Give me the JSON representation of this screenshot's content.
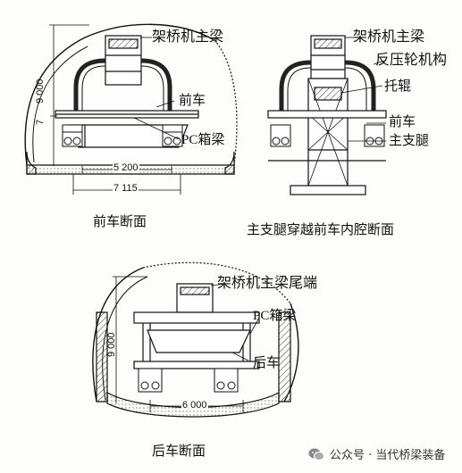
{
  "panels": {
    "front": {
      "caption": "前车断面",
      "labels": {
        "main_girder": "架桥机主梁",
        "front_car": "前车",
        "pc_box_girder": "PC箱梁"
      },
      "dims": {
        "height": "9 000",
        "height_small": "7",
        "inner_width": "5 200",
        "outer_width": "7 115"
      }
    },
    "leg": {
      "caption": "主支腿穿越前车内腔断面",
      "labels": {
        "main_girder": "架桥机主梁",
        "counter_wheel": "反压轮机构",
        "idler": "托辊",
        "front_car": "前车",
        "main_leg": "主支腿"
      }
    },
    "rear": {
      "caption": "后车断面",
      "labels": {
        "girder_tail": "架桥机主梁尾端",
        "pc_box_girder": "PC箱梁",
        "rear_car": "后车"
      },
      "dims": {
        "height": "9 000",
        "width": "6 000"
      }
    }
  },
  "watermark": {
    "text": "公众号 · 当代桥梁装备",
    "icon": "wechat-icon"
  }
}
